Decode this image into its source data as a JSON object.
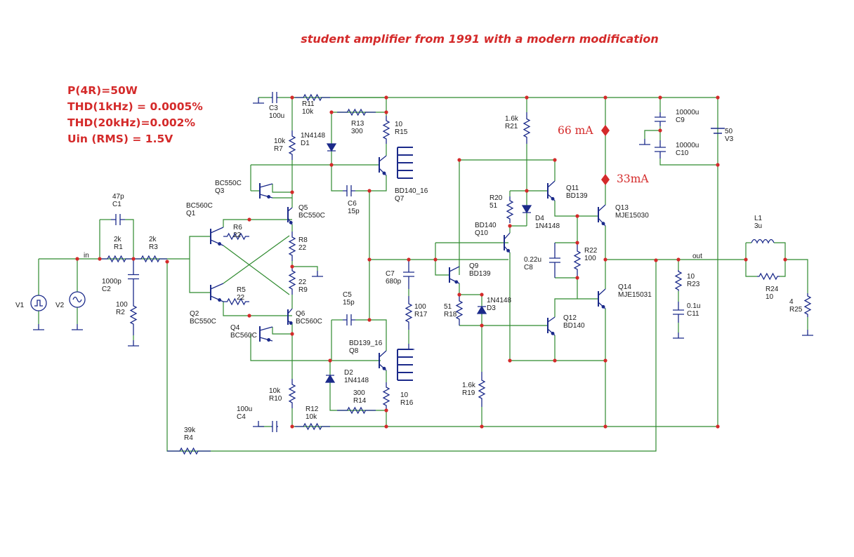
{
  "title": "student amplifier from 1991 with a modern modification",
  "specs": [
    "P(4R)=50W",
    "THD(1kHz) = 0.0005%",
    "THD(20kHz)=0.002%",
    "Uin (RMS) = 1.5V"
  ],
  "currents": {
    "upper": "66 mA",
    "lower": "33mA"
  },
  "colors": {
    "wire": "#2f8a2f",
    "component": "#1b2a8a",
    "node": "#d42a2a",
    "annotation": "#d42a2a"
  },
  "nets": {
    "input": "in",
    "output": "out"
  },
  "labels": [
    {
      "id": "c1",
      "lines": [
        "47p",
        "C1"
      ]
    },
    {
      "id": "r1",
      "lines": [
        "2k",
        "R1"
      ]
    },
    {
      "id": "r3",
      "lines": [
        "2k",
        "R3"
      ]
    },
    {
      "id": "c2",
      "lines": [
        "1000p",
        "C2"
      ]
    },
    {
      "id": "r2",
      "lines": [
        "100",
        "R2"
      ]
    },
    {
      "id": "v1",
      "lines": [
        "V1"
      ]
    },
    {
      "id": "v2",
      "lines": [
        "V2"
      ]
    },
    {
      "id": "c3",
      "lines": [
        "C3",
        "100u"
      ]
    },
    {
      "id": "r11",
      "lines": [
        "R11",
        "10k"
      ]
    },
    {
      "id": "r7",
      "lines": [
        "10k",
        "R7"
      ]
    },
    {
      "id": "q3",
      "lines": [
        "BC550C",
        "Q3"
      ]
    },
    {
      "id": "q1",
      "lines": [
        "BC560C",
        "Q1"
      ]
    },
    {
      "id": "r6",
      "lines": [
        "R6",
        "22"
      ]
    },
    {
      "id": "q5",
      "lines": [
        "Q5",
        "BC550C"
      ]
    },
    {
      "id": "r8",
      "lines": [
        "R8",
        "22"
      ]
    },
    {
      "id": "r9",
      "lines": [
        "22",
        "R9"
      ]
    },
    {
      "id": "r5",
      "lines": [
        "R5",
        "22"
      ]
    },
    {
      "id": "q2",
      "lines": [
        "Q2",
        "BC550C"
      ]
    },
    {
      "id": "q6",
      "lines": [
        "Q6",
        "BC560C"
      ]
    },
    {
      "id": "q4",
      "lines": [
        "Q4",
        "BC560C"
      ]
    },
    {
      "id": "r10",
      "lines": [
        "10k",
        "R10"
      ]
    },
    {
      "id": "c4",
      "lines": [
        "100u",
        "C4"
      ]
    },
    {
      "id": "r12",
      "lines": [
        "R12",
        "10k"
      ]
    },
    {
      "id": "r4",
      "lines": [
        "39k",
        "R4"
      ]
    },
    {
      "id": "d1",
      "lines": [
        "1N4148",
        "D1"
      ]
    },
    {
      "id": "r13",
      "lines": [
        "R13",
        "300"
      ]
    },
    {
      "id": "r15",
      "lines": [
        "10",
        "R15"
      ]
    },
    {
      "id": "q7",
      "lines": [
        "BD140_16",
        "Q7"
      ]
    },
    {
      "id": "c6",
      "lines": [
        "C6",
        "15p"
      ]
    },
    {
      "id": "c7",
      "lines": [
        "C7",
        "680p"
      ]
    },
    {
      "id": "r17",
      "lines": [
        "100",
        "R17"
      ]
    },
    {
      "id": "c5",
      "lines": [
        "C5",
        "15p"
      ]
    },
    {
      "id": "q8",
      "lines": [
        "BD139_16",
        "Q8"
      ]
    },
    {
      "id": "d2",
      "lines": [
        "D2",
        "1N4148"
      ]
    },
    {
      "id": "r14",
      "lines": [
        "300",
        "R14"
      ]
    },
    {
      "id": "r16",
      "lines": [
        "10",
        "R16"
      ]
    },
    {
      "id": "r21",
      "lines": [
        "1.6k",
        "R21"
      ]
    },
    {
      "id": "r20",
      "lines": [
        "R20",
        "51"
      ]
    },
    {
      "id": "d4",
      "lines": [
        "D4",
        "1N4148"
      ]
    },
    {
      "id": "q11",
      "lines": [
        "Q11",
        "BD139"
      ]
    },
    {
      "id": "q10",
      "lines": [
        "BD140",
        "Q10"
      ]
    },
    {
      "id": "q9",
      "lines": [
        "Q9",
        "BD139"
      ]
    },
    {
      "id": "r18",
      "lines": [
        "51",
        "R18"
      ]
    },
    {
      "id": "d3",
      "lines": [
        "1N4148",
        "D3"
      ]
    },
    {
      "id": "r19",
      "lines": [
        "1.6k",
        "R19"
      ]
    },
    {
      "id": "q12",
      "lines": [
        "Q12",
        "BD140"
      ]
    },
    {
      "id": "c8",
      "lines": [
        "0.22u",
        "C8"
      ]
    },
    {
      "id": "r22",
      "lines": [
        "R22",
        "100"
      ]
    },
    {
      "id": "q13",
      "lines": [
        "Q13",
        "MJE15030"
      ]
    },
    {
      "id": "q14",
      "lines": [
        "Q14",
        "MJE15031"
      ]
    },
    {
      "id": "c9",
      "lines": [
        "10000u",
        "C9"
      ]
    },
    {
      "id": "c10",
      "lines": [
        "10000u",
        "C10"
      ]
    },
    {
      "id": "v3",
      "lines": [
        "50",
        "V3"
      ]
    },
    {
      "id": "r23",
      "lines": [
        "10",
        "R23"
      ]
    },
    {
      "id": "c11",
      "lines": [
        "0.1u",
        "C11"
      ]
    },
    {
      "id": "l1",
      "lines": [
        "L1",
        "3u"
      ]
    },
    {
      "id": "r24",
      "lines": [
        "R24",
        "10"
      ]
    },
    {
      "id": "r25",
      "lines": [
        "4",
        "R25"
      ]
    }
  ]
}
